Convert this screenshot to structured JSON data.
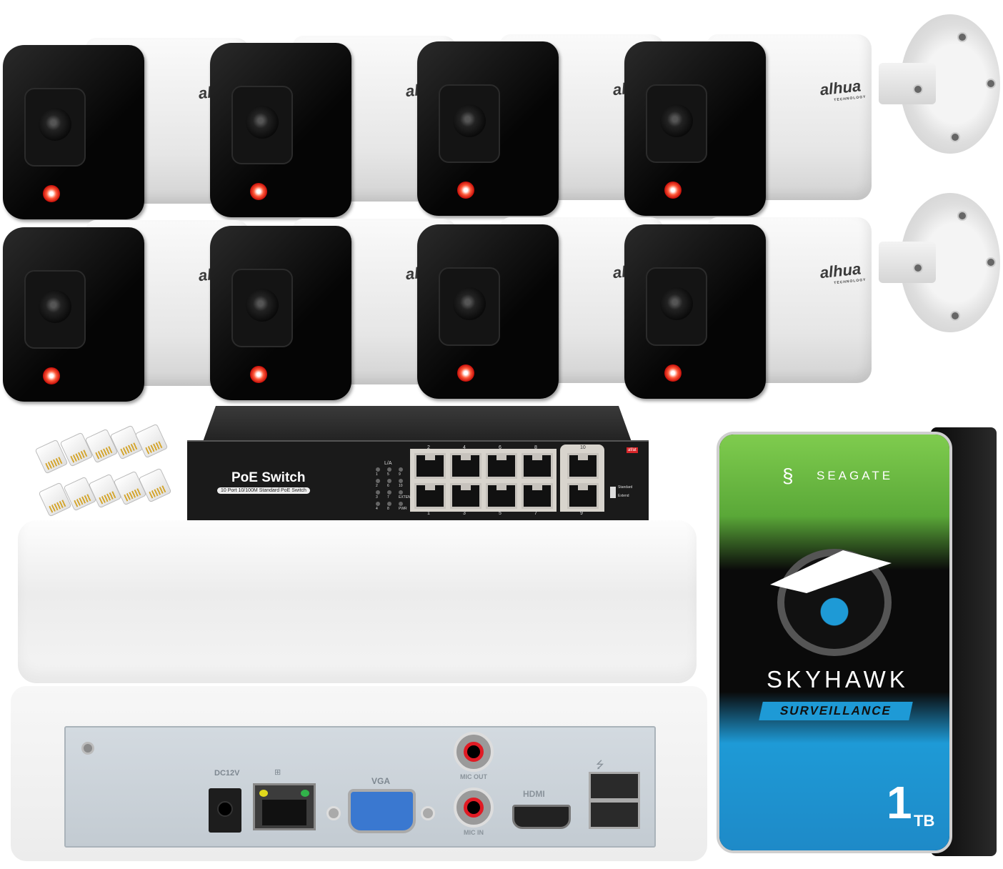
{
  "cameras": {
    "count": 8,
    "brand_logo": "alhua",
    "brand_sub": "TECHNOLOGY"
  },
  "switch": {
    "title": "PoE Switch",
    "subtitle": "10 Port 10/100M Standard PoE Switch",
    "top_port_numbers": [
      "2",
      "4",
      "6",
      "8",
      "10"
    ],
    "bottom_port_numbers": [
      "1",
      "3",
      "5",
      "7",
      "9"
    ],
    "led_header": "L/A",
    "led_labels": [
      "1",
      "5",
      "9",
      "2",
      "6",
      "10",
      "3",
      "7",
      "EXTEND",
      "4",
      "8",
      "PWR"
    ],
    "mode_standard": "Standard",
    "mode_extend": "Extend",
    "badge": "af/at",
    "badge_color": "#d8262a"
  },
  "nvr": {
    "power_label": "DC12V",
    "vga_label": "VGA",
    "mic_out_label": "MIC OUT",
    "mic_in_label": "MIC IN",
    "hdmi_label": "HDMI",
    "usb_icon": "usb-icon",
    "lan_icon": "network-icon"
  },
  "hdd": {
    "brand": "SEAGATE",
    "product": "SKYHAWK",
    "tagline": "SURVEILLANCE",
    "capacity_value": "1",
    "capacity_unit": "TB",
    "colors": {
      "green": "#6fc143",
      "blue": "#1e9ad6",
      "black": "#050505"
    }
  }
}
